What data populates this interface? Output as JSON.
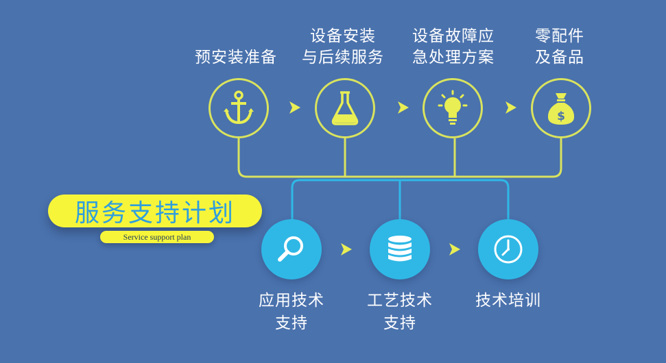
{
  "title_badge": {
    "title": "服务支持计划",
    "subtitle": "Service support plan"
  },
  "colors": {
    "background": "#4a72ad",
    "yellow_line": "#d9e35e",
    "cyan": "#2fb8e6",
    "badge": "#f6f53a",
    "badge_text": "#2f9ede"
  },
  "top_steps": [
    {
      "lines": [
        "预安装准备"
      ],
      "icon": "anchor-icon"
    },
    {
      "lines": [
        "设备安装",
        "与后续服务"
      ],
      "icon": "flask-icon"
    },
    {
      "lines": [
        "设备故障应",
        "急处理方案"
      ],
      "icon": "lightbulb-icon"
    },
    {
      "lines": [
        "零配件",
        "及备品"
      ],
      "icon": "money-bag-icon"
    }
  ],
  "bottom_steps": [
    {
      "lines": [
        "应用技术",
        "支持"
      ],
      "icon": "magnifier-icon"
    },
    {
      "lines": [
        "工艺技术",
        "支持"
      ],
      "icon": "database-icon"
    },
    {
      "lines": [
        "技术培训"
      ],
      "icon": "clock-icon"
    }
  ]
}
